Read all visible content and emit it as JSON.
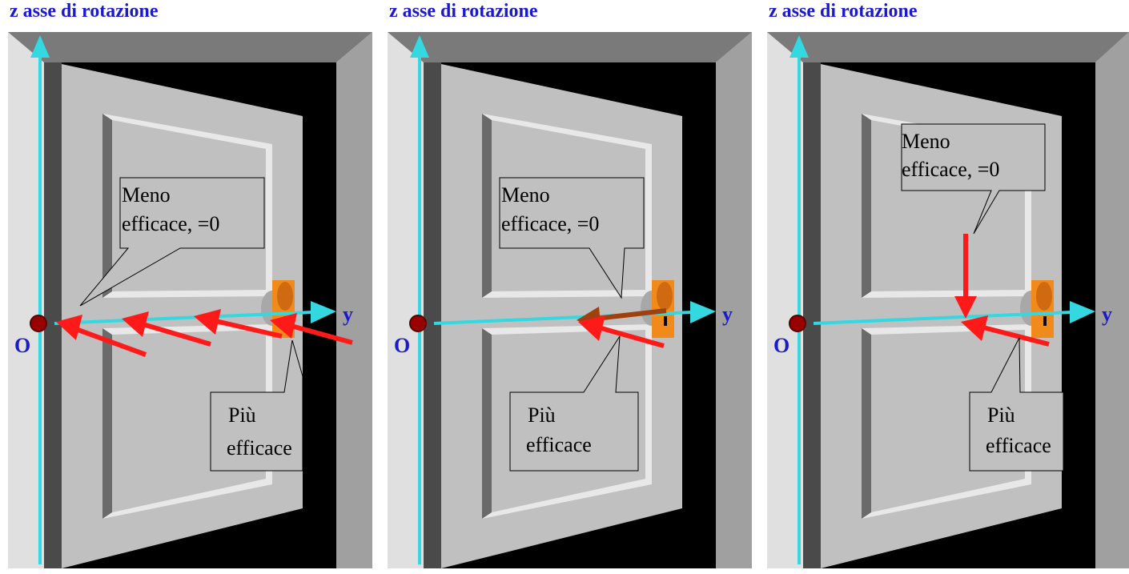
{
  "panels": [
    {
      "title": "z asse di rotazione",
      "origin_label": "O",
      "y_axis_label": "y",
      "callout_top_line1": "Meno",
      "callout_top_line2": "efficace,   =0",
      "callout_bottom_line1": "Più",
      "callout_bottom_line2": "efficace"
    },
    {
      "title": "z asse di rotazione",
      "origin_label": "O",
      "y_axis_label": "y",
      "callout_top_line1": "Meno",
      "callout_top_line2": "efficace,   =0",
      "callout_bottom_line1": "Più",
      "callout_bottom_line2": "efficace"
    },
    {
      "title": "z asse di rotazione",
      "origin_label": "O",
      "y_axis_label": "y",
      "callout_top_line1": "Meno",
      "callout_top_line2": "efficace,   =0",
      "callout_bottom_line1": "Più",
      "callout_bottom_line2": "efficace"
    }
  ],
  "colors": {
    "axis_cyan": "#33d8e0",
    "force_red": "#ff1a1a",
    "force_brown": "#a0400f",
    "label_blue": "#1a1acc",
    "door_gray": "#c0c0c0",
    "frame_gray": "#a0a0a0",
    "handle_orange": "#f08a1a"
  }
}
